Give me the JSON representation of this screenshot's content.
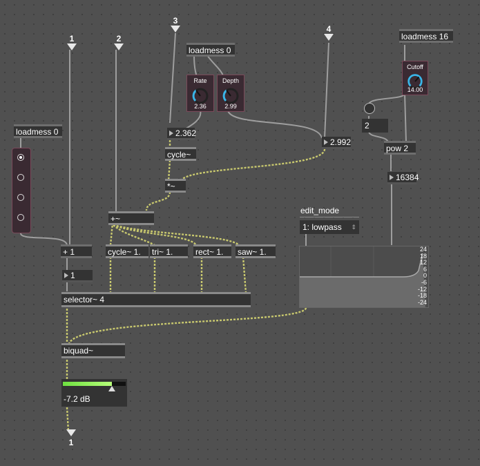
{
  "inlets": [
    "1",
    "2",
    "3",
    "4"
  ],
  "outlet": "1",
  "loadmess": {
    "lfo": "loadmess 0",
    "wave": "loadmess 0",
    "cutoff": "loadmess 16"
  },
  "dials": {
    "rate": {
      "label": "Rate",
      "value": "2.36"
    },
    "depth": {
      "label": "Depth",
      "value": "2.99"
    },
    "cutoff": {
      "label": "Cutoff",
      "value": "14.00"
    }
  },
  "numbers": {
    "rate": "2.362",
    "depth": "2.992",
    "plus_one": "1",
    "toggle_num": "2",
    "pow_out": "16384"
  },
  "objects": {
    "cycle_lfo": "cycle~",
    "mult": "*~",
    "add": "+~",
    "plus1": "+ 1",
    "cycle": "cycle~ 1.",
    "tri": "tri~ 1.",
    "rect": "rect~ 1.",
    "saw": "saw~ 1.",
    "selector": "selector~ 4",
    "biquad": "biquad~",
    "pow": "pow 2"
  },
  "edit_mode": {
    "label": "edit_mode",
    "selected": "1: lowpass"
  },
  "filter_scale": [
    "24",
    "18",
    "12",
    "6",
    "0",
    "-6",
    "-12",
    "-18",
    "-24"
  ],
  "meter": {
    "value": "-7.2 dB",
    "level": 0.78
  },
  "colors": {
    "patchcord": "#a5a5a5",
    "signal_cord": "#c8c86e",
    "dial_arc": "#3ab5e8",
    "meter_green": "#6ee040"
  }
}
